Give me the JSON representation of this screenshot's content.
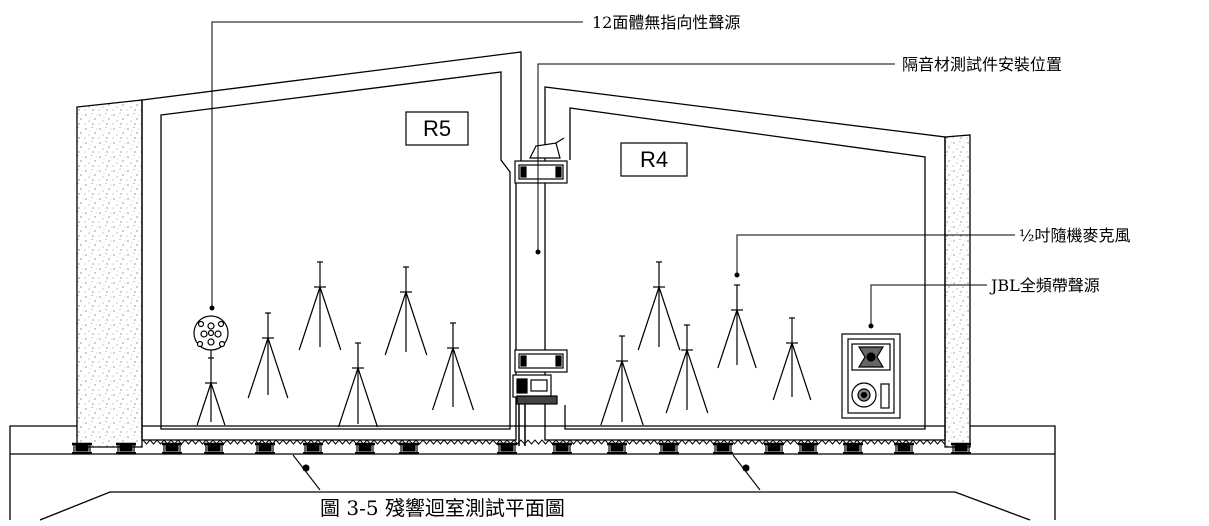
{
  "rooms": {
    "left": "R5",
    "right": "R4"
  },
  "callouts": {
    "omni_source": "12面體無指向性聲源",
    "specimen_position": "隔音材測試件安裝位置",
    "microphone_fraction": "½",
    "microphone": "吋隨機麥克風",
    "jbl_source": "JBL全頻帶聲源"
  },
  "caption": "圖 3-5 殘響迴室測試平面圖"
}
